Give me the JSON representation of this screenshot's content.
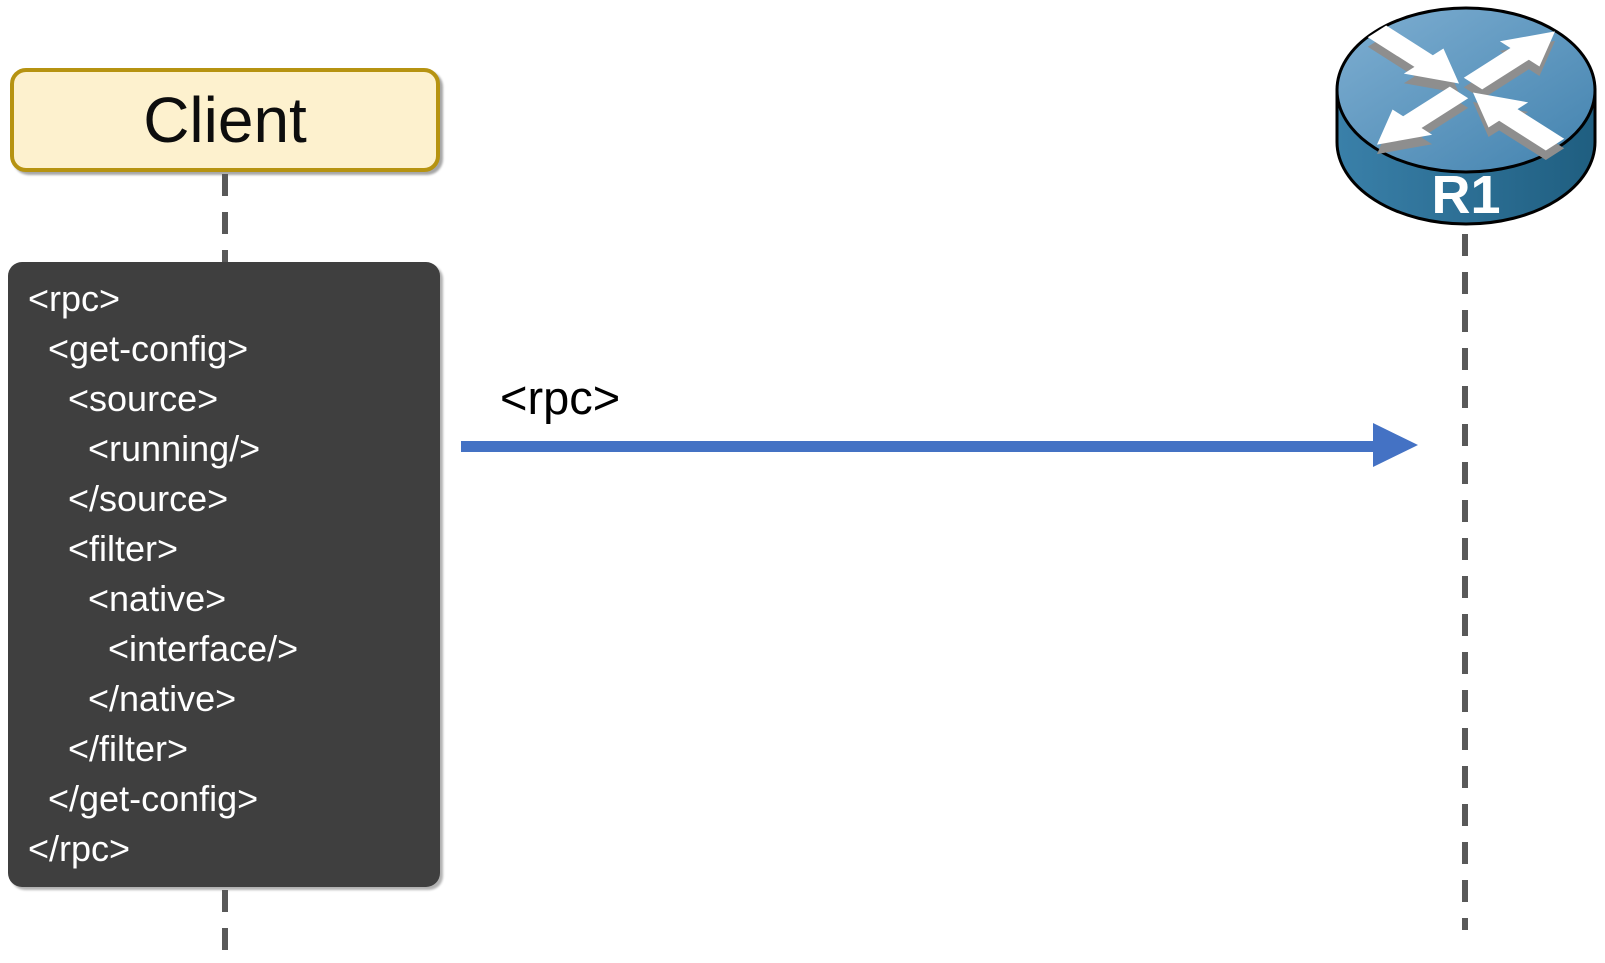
{
  "client": {
    "label": "Client"
  },
  "router": {
    "label": "R1",
    "icon": "router-icon"
  },
  "message": {
    "label": "<rpc>",
    "direction": "client-to-router"
  },
  "rpc_code": {
    "lines": [
      "<rpc>",
      "  <get-config>",
      "    <source>",
      "      <running/>",
      "    </source>",
      "    <filter>",
      "      <native>",
      "        <interface/>",
      "      </native>",
      "    </filter>",
      "  </get-config>",
      "</rpc>"
    ]
  },
  "colors": {
    "client_fill": "#FDF1CE",
    "client_border": "#B69311",
    "code_bg": "#3F3F3F",
    "code_text": "#FFFFFF",
    "arrow": "#4472C4",
    "lifeline": "#595959",
    "router_top_light": "#7FAFD2",
    "router_top_dark": "#4282AE",
    "router_side_light": "#3A80A9",
    "router_side_dark": "#1F5E80"
  }
}
